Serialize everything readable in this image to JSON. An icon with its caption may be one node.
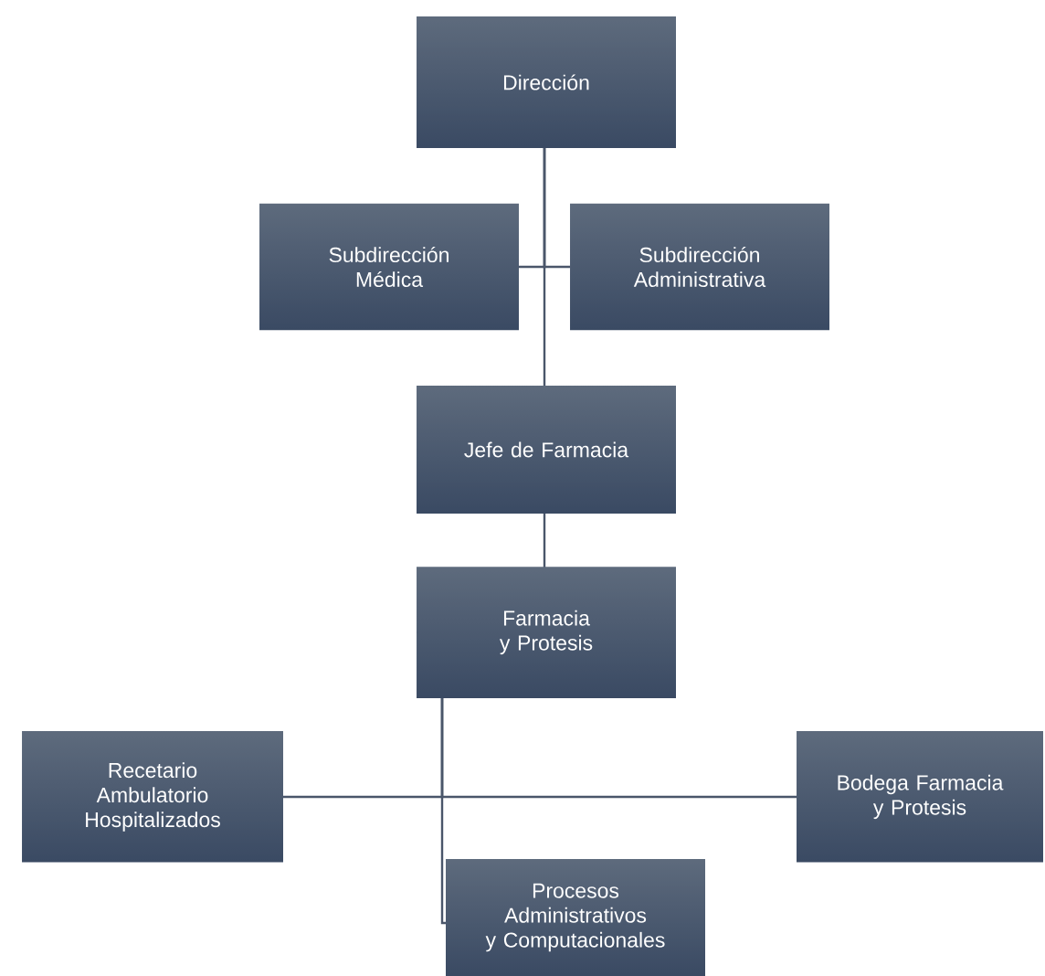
{
  "diagram": {
    "nodes": [
      {
        "text": [
          "Dirección"
        ]
      },
      {
        "text": [
          "Subdirección Médica"
        ]
      },
      {
        "text": [
          "Subdirección Administrativa"
        ]
      },
      {
        "text": [
          "Jefe de Farmacia"
        ]
      },
      {
        "text": [
          "Farmacia y Protesis"
        ]
      },
      {
        "text": [
          "Recetario Ambulatorio Hospitalizados"
        ]
      },
      {
        "text": [
          "Bodega Farmacia y Protesis"
        ]
      },
      {
        "text": [
          "Procesos Administrativos y Computacionales"
        ]
      }
    ],
    "edges": [
      {
        "from": 0,
        "to": 1,
        "arrow": "none"
      },
      {
        "from": 0,
        "to": 2,
        "arrow": "none"
      },
      {
        "from": 0,
        "to": 3,
        "arrow": "none"
      },
      {
        "from": 3,
        "to": 4,
        "arrow": "none"
      },
      {
        "from": 4,
        "to": 5,
        "arrow": "none"
      },
      {
        "from": 4,
        "to": 6,
        "arrow": "none"
      },
      {
        "from": 4,
        "to": 7,
        "arrow": "none"
      }
    ]
  }
}
